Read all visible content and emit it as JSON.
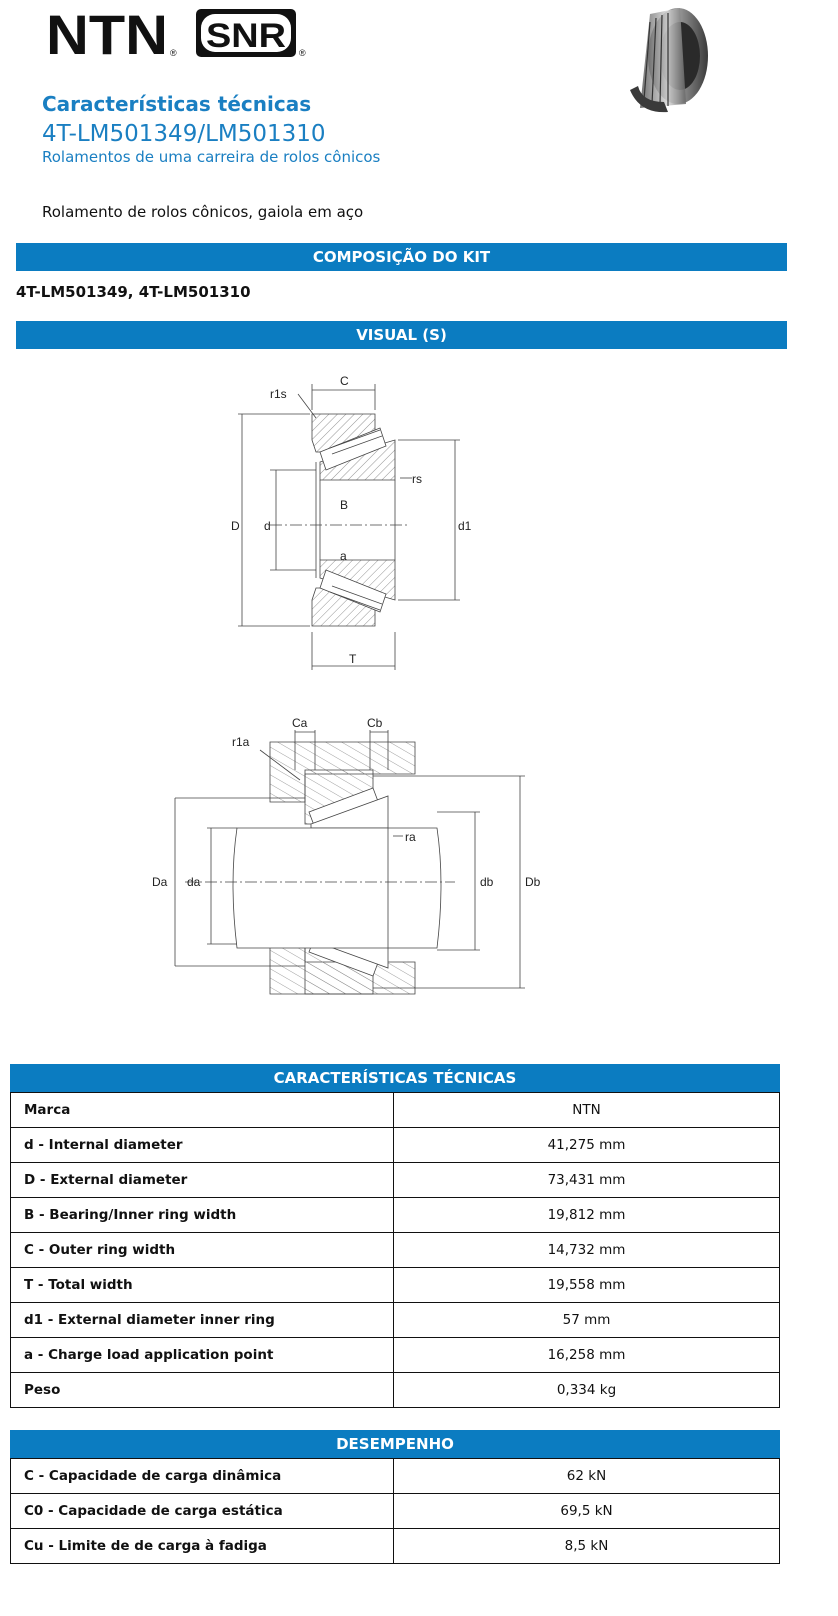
{
  "brand": {
    "logo_ntn": "NTN",
    "logo_snr": "SNR"
  },
  "header": {
    "title": "Características técnicas",
    "reference": "4T-LM501349/LM501310",
    "subtitle": "Rolamentos de uma carreira de rolos cônicos"
  },
  "description": "Rolamento de rolos cônicos, gaiola em aço",
  "kit": {
    "heading": "COMPOSIÇÃO DO KIT",
    "content": "4T-LM501349, 4T-LM501310"
  },
  "visual": {
    "heading": "VISUAL (S)",
    "diagram1_labels": {
      "C": "C",
      "r1s": "r1s",
      "rs": "rs",
      "D": "D",
      "d": "d",
      "d1": "d1",
      "B": "B",
      "a": "a",
      "T": "T"
    },
    "diagram2_labels": {
      "Ca": "Ca",
      "Cb": "Cb",
      "r1a": "r1a",
      "ra": "ra",
      "Da": "Da",
      "da": "da",
      "db": "db",
      "Db": "Db"
    }
  },
  "tech": {
    "heading": "CARACTERÍSTICAS TÉCNICAS",
    "rows": [
      {
        "label": "Marca",
        "value": "NTN"
      },
      {
        "label": "d - Internal diameter",
        "value": "41,275 mm"
      },
      {
        "label": "D - External diameter",
        "value": "73,431 mm"
      },
      {
        "label": "B - Bearing/Inner ring width",
        "value": "19,812 mm"
      },
      {
        "label": "C - Outer ring width",
        "value": "14,732 mm"
      },
      {
        "label": "T - Total width",
        "value": "19,558 mm"
      },
      {
        "label": "d1 - External diameter inner ring",
        "value": "57 mm"
      },
      {
        "label": "a - Charge load application point",
        "value": "16,258 mm"
      },
      {
        "label": "Peso",
        "value": "0,334 kg"
      }
    ]
  },
  "performance": {
    "heading": "DESEMPENHO",
    "rows": [
      {
        "label": "C - Capacidade de carga dinâmica",
        "value": "62 kN"
      },
      {
        "label": "C0 - Capacidade de carga estática",
        "value": "69,5 kN"
      },
      {
        "label": "Cu - Limite de de carga à fadiga",
        "value": "8,5 kN"
      }
    ]
  },
  "colors": {
    "accent": "#1a7fc2",
    "band": "#0b7cc1"
  }
}
